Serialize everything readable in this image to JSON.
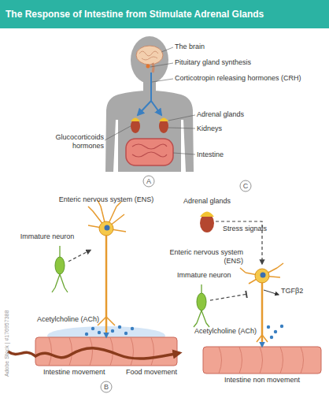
{
  "diagram": {
    "title": "The Response of Intestine from Stimulate Adrenal Glands",
    "nodes": [
      {
        "text": [
          "Enteric nervous system (ENS)"
        ]
      },
      {
        "text": [
          "Immature neuron"
        ]
      },
      {
        "text": [
          "Intestine movement"
        ]
      },
      {
        "text": [
          "Adrenal glands"
        ]
      },
      {
        "text": [
          "Enteric nervous system (ENS)"
        ]
      },
      {
        "text": [
          "Immature neuron"
        ]
      },
      {
        "text": [
          "Intestine non movement"
        ]
      }
    ],
    "edges": [
      {
        "from": 1,
        "to": 0,
        "arrow": "to"
      },
      {
        "from": 3,
        "to": 4,
        "label": "Stress signals",
        "arrow": "to"
      },
      {
        "from": 5,
        "to": 4,
        "arrow": "none"
      },
      {
        "from": 0,
        "to": 2,
        "label": "Acetylcholine (ACh)",
        "arrow": "to"
      },
      {
        "from": 4,
        "to": 6,
        "label": "Acetylcholine (ACh)",
        "arrow": "to"
      }
    ],
    "labels": [
      "The brain",
      "Pituitary gland synthesis",
      "Corticotropin releasing hormones (CRH)",
      "Adrenal glands",
      "Kidneys",
      "Glucocorticoids hormones",
      "Intestine",
      "A",
      "B",
      "C",
      "Food movement",
      "TGFβ2",
      "Adobe Stock | #176957388"
    ]
  }
}
